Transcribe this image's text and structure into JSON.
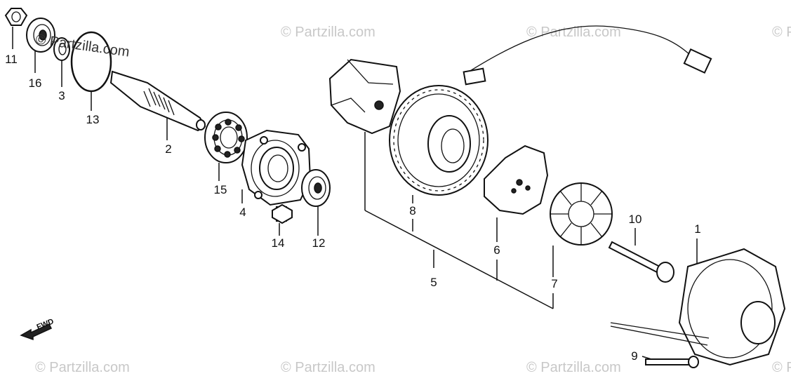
{
  "labels": {
    "p1": "1",
    "p2": "2",
    "p3": "3",
    "p4": "4",
    "p5": "5",
    "p6": "6",
    "p7": "7",
    "p8": "8",
    "p9": "9",
    "p10": "10",
    "p11": "11",
    "p12": "12",
    "p13": "13",
    "p14": "14",
    "p15": "15",
    "p16": "16"
  },
  "fwd_label": "FWD",
  "watermark": {
    "main": "© Partzilla.com",
    "repeat": "© Partzilla.com"
  }
}
